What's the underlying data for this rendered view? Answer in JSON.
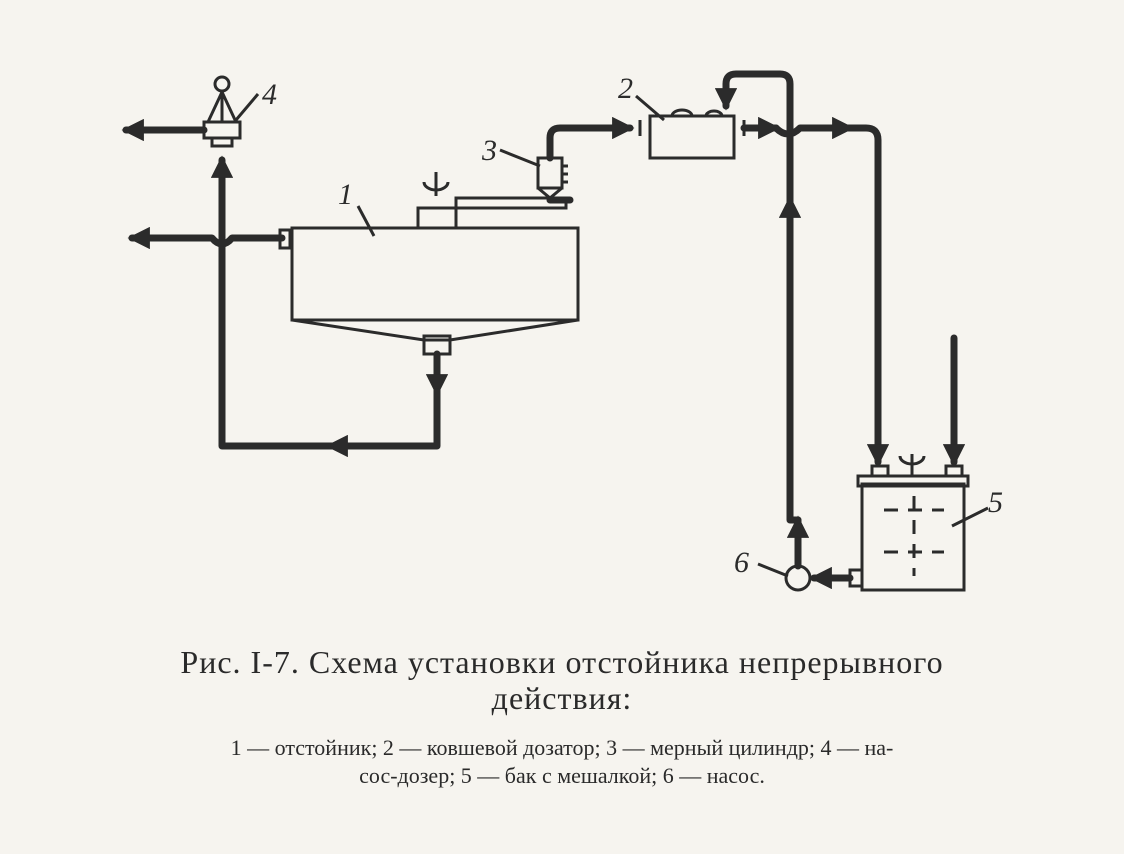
{
  "figure": {
    "title_line1": "Рис. I-7. Схема установки отстойника непрерывного",
    "title_line2": "действия:",
    "legend_line1": "1 — отстойник; 2 — ковшевой дозатор; 3 — мерный цилиндр; 4 — на-",
    "legend_line2": "сос-дозер; 5 — бак с мешалкой; 6 — насос."
  },
  "labels": {
    "n1": "1",
    "n2": "2",
    "n3": "3",
    "n4": "4",
    "n5": "5",
    "n6": "6"
  }
}
